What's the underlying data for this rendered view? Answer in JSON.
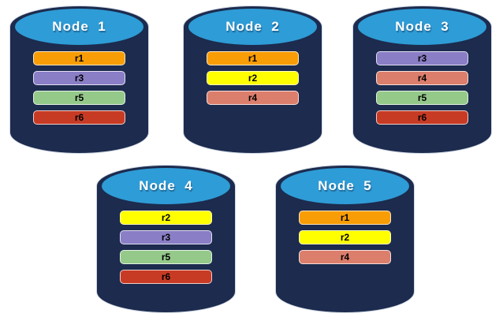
{
  "colors": {
    "cylinder_body": "#1C2B4E",
    "cylinder_top": "#2E9CD6",
    "replica_palette": {
      "r1": "#F89D06",
      "r2": "#FFFF00",
      "r3": "#8A7EC6",
      "r4": "#DC7E6C",
      "r5": "#95C98A",
      "r6": "#C73B25"
    }
  },
  "nodes": [
    {
      "title": "Node  1",
      "replicas": [
        {
          "label": "r1",
          "color": "#F89D06"
        },
        {
          "label": "r3",
          "color": "#8A7EC6"
        },
        {
          "label": "r5",
          "color": "#95C98A"
        },
        {
          "label": "r6",
          "color": "#C73B25"
        }
      ]
    },
    {
      "title": "Node  2",
      "replicas": [
        {
          "label": "r1",
          "color": "#F89D06"
        },
        {
          "label": "r2",
          "color": "#FFFF00"
        },
        {
          "label": "r4",
          "color": "#DC7E6C"
        }
      ]
    },
    {
      "title": "Node  3",
      "replicas": [
        {
          "label": "r3",
          "color": "#8A7EC6"
        },
        {
          "label": "r4",
          "color": "#DC7E6C"
        },
        {
          "label": "r5",
          "color": "#95C98A"
        },
        {
          "label": "r6",
          "color": "#C73B25"
        }
      ]
    },
    {
      "title": "Node  4",
      "replicas": [
        {
          "label": "r2",
          "color": "#FFFF00"
        },
        {
          "label": "r3",
          "color": "#8A7EC6"
        },
        {
          "label": "r5",
          "color": "#95C98A"
        },
        {
          "label": "r6",
          "color": "#C73B25"
        }
      ]
    },
    {
      "title": "Node  5",
      "replicas": [
        {
          "label": "r1",
          "color": "#F89D06"
        },
        {
          "label": "r2",
          "color": "#FFFF00"
        },
        {
          "label": "r4",
          "color": "#DC7E6C"
        }
      ]
    }
  ]
}
